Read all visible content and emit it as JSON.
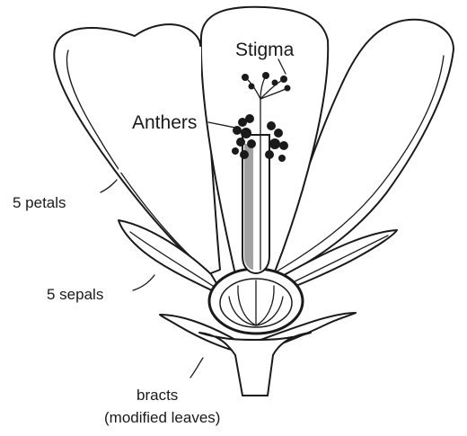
{
  "labels": {
    "stigma": "Stigma",
    "anthers": "Anthers",
    "petals": "5 petals",
    "sepals": "5 sepals",
    "bracts_line1": "bracts",
    "bracts_line2": "(modified leaves)"
  }
}
